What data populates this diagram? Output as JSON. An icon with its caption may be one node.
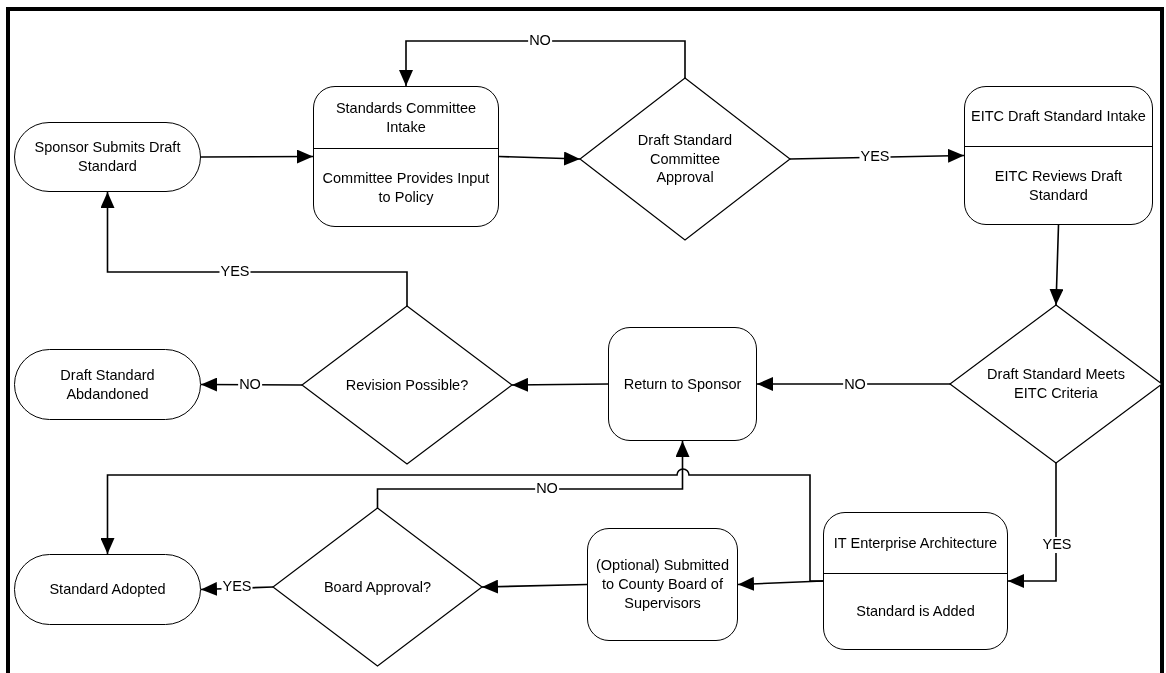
{
  "diagram": {
    "nodes": [
      {
        "text": [
          "Sponsor Submits Draft Standard"
        ]
      },
      {
        "text": [
          "Standards Committee Intake",
          "Committee Provides Input to Policy"
        ]
      },
      {
        "text": [
          "Draft Standard Committee Approval"
        ]
      },
      {
        "text": [
          "EITC Draft Standard Intake",
          "EITC Reviews Draft Standard"
        ]
      },
      {
        "text": [
          "Draft Standard Abdandoned"
        ]
      },
      {
        "text": [
          "Revision Possible?"
        ]
      },
      {
        "text": [
          "Return to Sponsor"
        ]
      },
      {
        "text": [
          "Draft Standard Meets EITC Criteria"
        ]
      },
      {
        "text": [
          "Standard Adopted"
        ]
      },
      {
        "text": [
          "Board Approval?"
        ]
      },
      {
        "text": [
          "(Optional) Submitted to County Board of Supervisors"
        ]
      },
      {
        "text": [
          "IT Enterprise Architecture",
          "Standard is Added"
        ]
      }
    ],
    "edges": [
      {
        "from": 0,
        "to": 1,
        "arrow": "to"
      },
      {
        "from": 1,
        "to": 2,
        "arrow": "to"
      },
      {
        "from": 2,
        "to": 1,
        "arrow": "to",
        "label": "NO"
      },
      {
        "from": 2,
        "to": 3,
        "arrow": "to",
        "label": "YES"
      },
      {
        "from": 3,
        "to": 7,
        "arrow": "to"
      },
      {
        "from": 7,
        "to": 6,
        "arrow": "to",
        "label": "NO"
      },
      {
        "from": 7,
        "to": 11,
        "arrow": "to",
        "label": "YES"
      },
      {
        "from": 6,
        "to": 5,
        "arrow": "to"
      },
      {
        "from": 5,
        "to": 0,
        "arrow": "to",
        "label": "YES"
      },
      {
        "from": 5,
        "to": 4,
        "arrow": "to",
        "label": "NO"
      },
      {
        "from": 11,
        "to": 10,
        "arrow": "to"
      },
      {
        "from": 11,
        "to": 8,
        "arrow": "to"
      },
      {
        "from": 9,
        "to": 6,
        "arrow": "to",
        "label": "NO"
      },
      {
        "from": 10,
        "to": 9,
        "arrow": "to"
      },
      {
        "from": 9,
        "to": 8,
        "arrow": "to",
        "label": "YES"
      }
    ]
  }
}
